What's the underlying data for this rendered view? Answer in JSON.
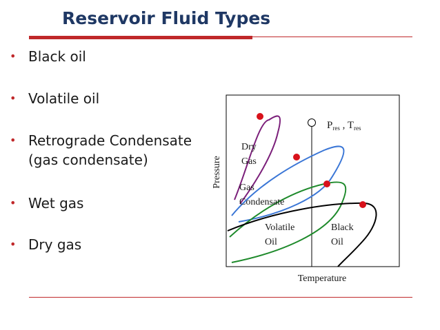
{
  "slide": {
    "title": "Reservoir Fluid Types",
    "bullets": [
      {
        "line1": "Black oil",
        "line2": ""
      },
      {
        "line1": "Volatile oil",
        "line2": ""
      },
      {
        "line1": "Retrograde Condensate",
        "line2": "(gas condensate)"
      },
      {
        "line1": "Wet gas",
        "line2": ""
      },
      {
        "line1": "Dry gas",
        "line2": ""
      }
    ],
    "bullet_glyph": "•"
  },
  "diagram": {
    "y_axis_label": "Pressure",
    "x_axis_label": "Temperature",
    "reservoir_marker": {
      "p": "P",
      "p_sub": "res",
      "sep": " , ",
      "t": "T",
      "t_sub": "res"
    },
    "regions": [
      {
        "line1": "Dry",
        "line2": "Gas"
      },
      {
        "line1": "Gas",
        "line2": "Condensate"
      },
      {
        "line1": "Volatile",
        "line2": "Oil"
      },
      {
        "line1": "Black",
        "line2": "Oil"
      }
    ],
    "envelopes": [
      {
        "fluid": "Dry Gas",
        "color": "#7b1f7a"
      },
      {
        "fluid": "Gas Condensate",
        "color": "#3a76d6"
      },
      {
        "fluid": "Volatile Oil",
        "color": "#1e8a2b"
      },
      {
        "fluid": "Black Oil",
        "color": "#000000"
      }
    ],
    "critical_point_color": "#d8121b",
    "accent_color": "#c0282a",
    "title_color": "#1f3864"
  }
}
